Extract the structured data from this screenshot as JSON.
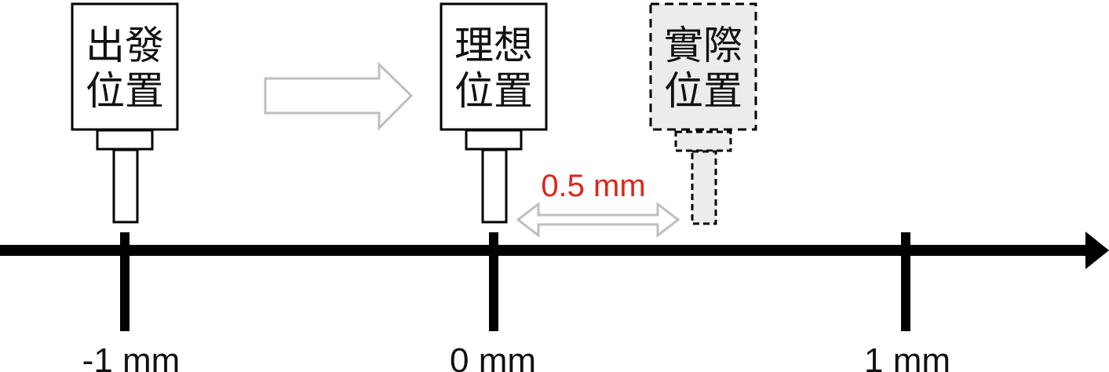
{
  "boxes": {
    "start": {
      "line1": "出發",
      "line2": "位置"
    },
    "ideal": {
      "line1": "理想",
      "line2": "位置"
    },
    "actual": {
      "line1": "實際",
      "line2": "位置"
    }
  },
  "offset": {
    "label": "0.5 mm"
  },
  "ticks": [
    {
      "label": "-1 mm"
    },
    {
      "label": "0 mm"
    },
    {
      "label": "1 mm"
    }
  ],
  "colors": {
    "line": "#000000",
    "offset_text": "#e0241b",
    "ghost_arrow": "#bfbfbf",
    "actual_fill": "#ececec"
  }
}
